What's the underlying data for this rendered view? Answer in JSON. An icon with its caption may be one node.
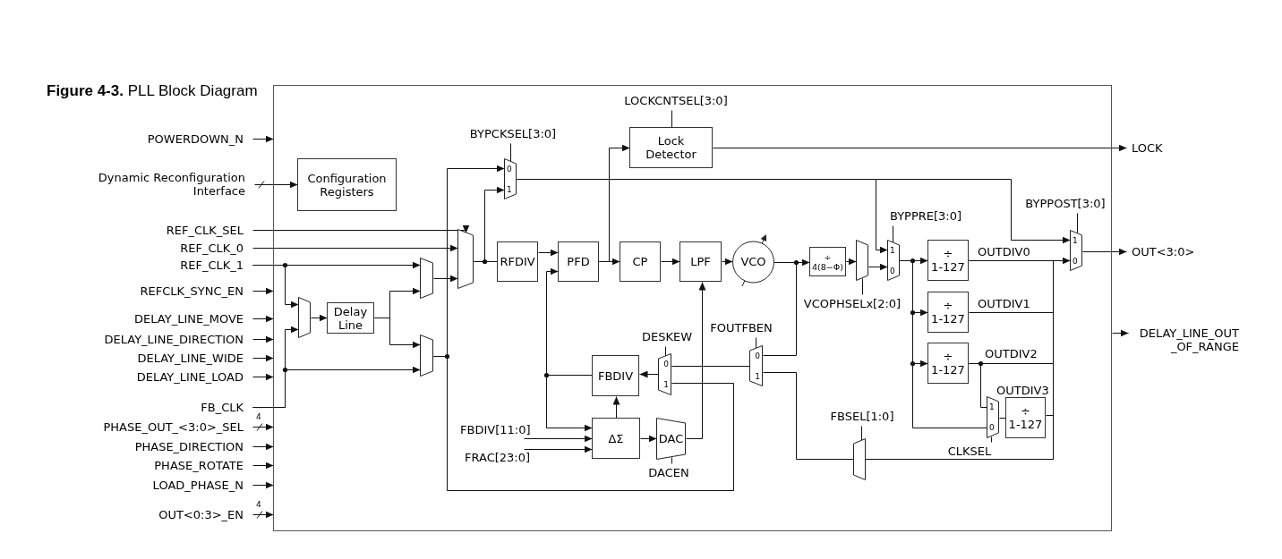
{
  "diagram": {
    "title": "**Figure 4-3.** PLL Block Diagram",
    "nodes": [
      {
        "text": [
          "POWERDOWN_N"
        ]
      },
      {
        "text": [
          "Dynamic Reconfiguration Interface"
        ]
      },
      {
        "text": [
          "REF_CLK_SEL"
        ]
      },
      {
        "text": [
          "REF_CLK_0"
        ]
      },
      {
        "text": [
          "REF_CLK_1"
        ]
      },
      {
        "text": [
          "REFCLK_SYNC_EN"
        ]
      },
      {
        "text": [
          "DELAY_LINE_MOVE"
        ]
      },
      {
        "text": [
          "DELAY_LINE_DIRECTION"
        ]
      },
      {
        "text": [
          "DELAY_LINE_WIDE"
        ]
      },
      {
        "text": [
          "DELAY_LINE_LOAD"
        ]
      },
      {
        "text": [
          "FB_CLK"
        ]
      },
      {
        "text": [
          "PHASE_OUT_<3:0>_SEL"
        ]
      },
      {
        "text": [
          "PHASE_DIRECTION"
        ]
      },
      {
        "text": [
          "PHASE_ROTATE"
        ]
      },
      {
        "text": [
          "LOAD_PHASE_N"
        ]
      },
      {
        "text": [
          "OUT<0:3>_EN"
        ]
      },
      {
        "text": [],
        "shape": "box"
      },
      {
        "text": [
          "Configuration Registers"
        ],
        "in": 16
      },
      {
        "text": [],
        "shape": "trapezoid",
        "in": 16
      },
      {
        "text": [
          "Delay Line"
        ],
        "in": 16
      },
      {
        "text": [],
        "shape": "trapezoid",
        "in": 16
      },
      {
        "text": [],
        "shape": "trapezoid",
        "in": 16
      },
      {
        "text": [
          "BYPCKSEL[3:0]"
        ],
        "in": 16
      },
      {
        "text": [
          "0",
          "1"
        ],
        "in": 16
      },
      {
        "text": [
          "LOCKCNTSEL[3:0]"
        ],
        "in": 16
      },
      {
        "text": [
          "Lock Detector"
        ],
        "in": 16
      },
      {
        "text": [],
        "shape": "trapezoid",
        "in": 16
      },
      {
        "text": [
          "RFDIV"
        ],
        "in": 16
      },
      {
        "text": [
          "PFD"
        ],
        "in": 16
      },
      {
        "text": [
          "CP"
        ],
        "in": 16
      },
      {
        "text": [
          "LPF"
        ],
        "in": 16
      },
      {
        "text": [
          "VCO"
        ],
        "in": 16
      },
      {
        "text": [
          "÷",
          "4(8−Φ)"
        ],
        "in": 16
      },
      {
        "text": [],
        "shape": "trapezoid",
        "in": 16
      },
      {
        "text": [
          "VCOPHSELx[2:0]"
        ],
        "in": 16
      },
      {
        "text": [
          "BYPPRE[3:0]"
        ],
        "in": 16
      },
      {
        "text": [
          "1",
          "0"
        ],
        "in": 16
      },
      {
        "text": [
          "÷",
          "1-127"
        ],
        "beside": [
          "OUTDIV0"
        ],
        "in": 16
      },
      {
        "text": [
          "÷",
          "1-127"
        ],
        "beside": [
          "OUTDIV1"
        ],
        "in": 16
      },
      {
        "text": [
          "÷",
          "1-127"
        ],
        "beside": [
          "OUTDIV2"
        ],
        "in": 16
      },
      {
        "text": [
          "1",
          "0"
        ],
        "in": 16
      },
      {
        "text": [
          "÷",
          "1-127"
        ],
        "beside": [
          "OUTDIV3"
        ],
        "in": 16
      },
      {
        "text": [
          "CLKSEL"
        ],
        "in": 16
      },
      {
        "text": [
          "BYPPOST[3:0]"
        ],
        "in": 16
      },
      {
        "text": [
          "1",
          "0"
        ],
        "in": 16
      },
      {
        "text": [
          "FBSEL[1:0]"
        ],
        "in": 16
      },
      {
        "text": [],
        "shape": "trapezoid",
        "in": 16
      },
      {
        "text": [
          "FOUTFBEN"
        ],
        "in": 16
      },
      {
        "text": [
          "0",
          "1"
        ],
        "in": 16
      },
      {
        "text": [
          "DESKEW"
        ],
        "in": 16
      },
      {
        "text": [
          "0",
          "1"
        ],
        "in": 16
      },
      {
        "text": [
          "FBDIV"
        ],
        "in": 16
      },
      {
        "text": [
          "ΔΣ"
        ],
        "in": 16
      },
      {
        "text": [
          "DAC"
        ],
        "in": 16
      },
      {
        "text": [
          "DACEN"
        ],
        "in": 16
      },
      {
        "text": [
          "LOCK"
        ]
      },
      {
        "text": [
          "OUT<3:0>"
        ]
      },
      {
        "text": [
          "DELAY_LINE_OUT _OF_RANGE"
        ]
      }
    ],
    "edges": [
      {
        "from": 0,
        "to": 16,
        "arrow": "to"
      },
      {
        "from": 1,
        "to": 17,
        "arrow": "to"
      },
      {
        "from": 2,
        "to": 26,
        "arrow": "to"
      },
      {
        "from": 3,
        "to": 26,
        "arrow": "to"
      },
      {
        "from": 4,
        "to": 20,
        "arrow": "to"
      },
      {
        "from": 4,
        "to": 18,
        "arrow": "to"
      },
      {
        "from": 5,
        "to": 16,
        "arrow": "to"
      },
      {
        "from": 6,
        "to": 16,
        "arrow": "to"
      },
      {
        "from": 7,
        "to": 16,
        "arrow": "to"
      },
      {
        "from": 8,
        "to": 16,
        "arrow": "to"
      },
      {
        "from": 9,
        "to": 16,
        "arrow": "to"
      },
      {
        "from": 10,
        "to": 18,
        "arrow": "to"
      },
      {
        "from": 10,
        "to": 21,
        "arrow": "to"
      },
      {
        "from": 11,
        "to": 16,
        "arrow": "to",
        "label": "4"
      },
      {
        "from": 12,
        "to": 16,
        "arrow": "to"
      },
      {
        "from": 13,
        "to": 16,
        "arrow": "to"
      },
      {
        "from": 14,
        "to": 16,
        "arrow": "to"
      },
      {
        "from": 15,
        "to": 16,
        "arrow": "to",
        "label": "4"
      },
      {
        "from": 18,
        "to": 19,
        "arrow": "to"
      },
      {
        "from": 19,
        "to": 20,
        "arrow": "to"
      },
      {
        "from": 19,
        "to": 21,
        "arrow": "to"
      },
      {
        "from": 20,
        "to": 26,
        "arrow": "to"
      },
      {
        "from": 21,
        "to": 23,
        "arrow": "to"
      },
      {
        "from": 21,
        "to": 50,
        "arrow": "none"
      },
      {
        "from": 22,
        "to": 23,
        "arrow": "none"
      },
      {
        "from": 26,
        "to": 27,
        "arrow": "none"
      },
      {
        "from": 26,
        "to": 23,
        "arrow": "to"
      },
      {
        "from": 24,
        "to": 25,
        "arrow": "none"
      },
      {
        "from": 27,
        "to": 28,
        "arrow": "to"
      },
      {
        "from": 28,
        "to": 29,
        "arrow": "to"
      },
      {
        "from": 28,
        "to": 25,
        "arrow": "to"
      },
      {
        "from": 29,
        "to": 30,
        "arrow": "to"
      },
      {
        "from": 30,
        "to": 31,
        "arrow": "to"
      },
      {
        "from": 31,
        "to": 32,
        "arrow": "to"
      },
      {
        "from": 31,
        "to": 48,
        "arrow": "none"
      },
      {
        "from": 32,
        "to": 33,
        "arrow": "to"
      },
      {
        "from": 33,
        "to": 36,
        "arrow": "to"
      },
      {
        "from": 34,
        "to": 33,
        "arrow": "none"
      },
      {
        "from": 23,
        "to": 36,
        "arrow": "to"
      },
      {
        "from": 23,
        "to": 44,
        "arrow": "to"
      },
      {
        "from": 35,
        "to": 36,
        "arrow": "none"
      },
      {
        "from": 36,
        "to": 37,
        "arrow": "to"
      },
      {
        "from": 36,
        "to": 38,
        "arrow": "to"
      },
      {
        "from": 36,
        "to": 39,
        "arrow": "to"
      },
      {
        "from": 36,
        "to": 40,
        "arrow": "none"
      },
      {
        "from": 39,
        "to": 40,
        "arrow": "none"
      },
      {
        "from": 40,
        "to": 41,
        "arrow": "none"
      },
      {
        "from": 42,
        "to": 40,
        "arrow": "none"
      },
      {
        "from": 37,
        "to": 44,
        "arrow": "to"
      },
      {
        "from": 43,
        "to": 44,
        "arrow": "none"
      },
      {
        "from": 44,
        "to": 56,
        "arrow": "to"
      },
      {
        "from": 25,
        "to": 55,
        "arrow": "to"
      },
      {
        "from": 16,
        "to": 57,
        "arrow": "to"
      },
      {
        "from": 37,
        "to": 46,
        "arrow": "none"
      },
      {
        "from": 38,
        "to": 46,
        "arrow": "none"
      },
      {
        "from": 39,
        "to": 46,
        "arrow": "none"
      },
      {
        "from": 41,
        "to": 46,
        "arrow": "none"
      },
      {
        "from": 45,
        "to": 46,
        "arrow": "none"
      },
      {
        "from": 46,
        "to": 48,
        "arrow": "none"
      },
      {
        "from": 47,
        "to": 48,
        "arrow": "none"
      },
      {
        "from": 48,
        "to": 50,
        "arrow": "none"
      },
      {
        "from": 49,
        "to": 50,
        "arrow": "none"
      },
      {
        "from": 50,
        "to": 51,
        "arrow": "to"
      },
      {
        "from": 51,
        "to": 28,
        "arrow": "to"
      },
      {
        "from": 51,
        "to": 52,
        "arrow": "to"
      },
      {
        "from": 52,
        "to": 51,
        "arrow": "to"
      },
      {
        "from": null,
        "to": 52,
        "arrow": "to",
        "label": "FBDIV[11:0]"
      },
      {
        "from": null,
        "to": 52,
        "arrow": "to",
        "label": "FRAC[23:0]"
      },
      {
        "from": 52,
        "to": 53,
        "arrow": "to"
      },
      {
        "from": 53,
        "to": 30,
        "arrow": "to"
      },
      {
        "from": 54,
        "to": 53,
        "arrow": "none"
      }
    ]
  }
}
